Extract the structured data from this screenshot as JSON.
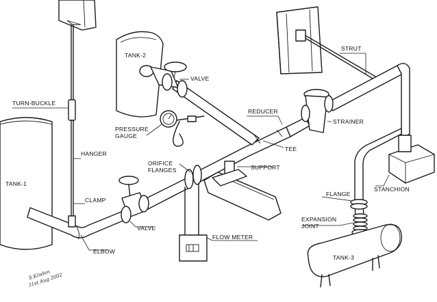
{
  "labels": {
    "tank1": "TANK-1",
    "tank2": "TANK-2",
    "tank3": "TANK-3",
    "turn_buckle": "TURN-BUCKLE",
    "hanger": "HANGER",
    "clamp": "CLAMP",
    "elbow": "ELBOW",
    "valve_upper": "VALVE",
    "valve_lower": "VALVE",
    "pressure_gauge_1": "PRESSURE",
    "pressure_gauge_2": "GAUGE",
    "orifice_flanges_1": "ORIFICE",
    "orifice_flanges_2": "FLANGES",
    "reducer": "REDUCER",
    "tee": "TEE",
    "support": "SUPPORT",
    "strainer": "STRAINER",
    "strut": "STRUT",
    "stanchion": "STANCHION",
    "flange": "FLANGE",
    "expansion_joint_1": "EXPANSION",
    "expansion_joint_2": "JOINT",
    "flow_meter": "FLOW METER"
  },
  "signature": {
    "name": "S.Kinden",
    "date": "31st Aug 2002"
  }
}
